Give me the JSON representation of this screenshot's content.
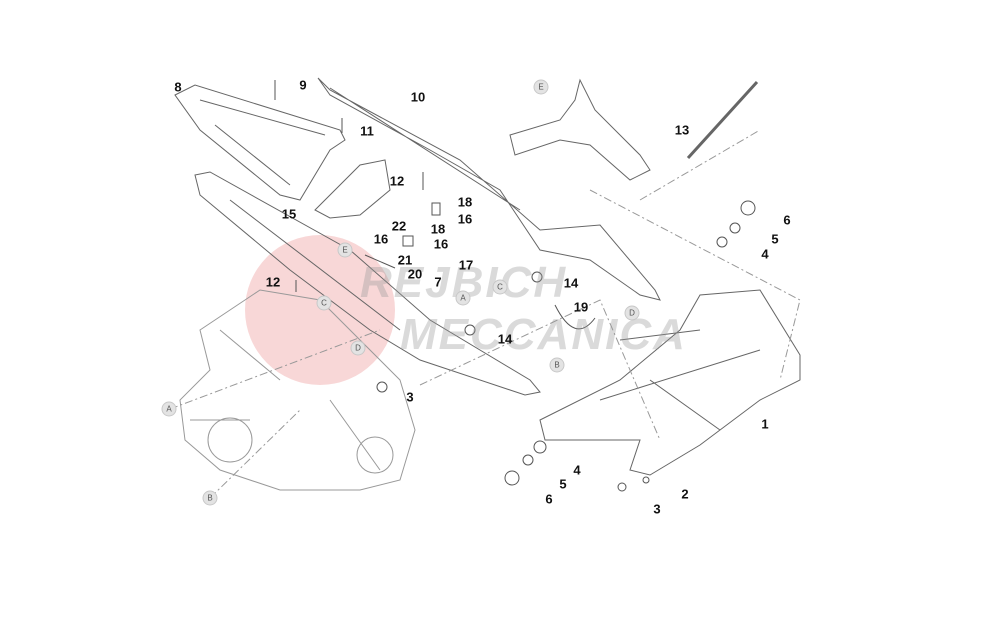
{
  "watermark": {
    "line1": "REJBICH",
    "line2": "MECCANICA",
    "logo_color": "#e87a7a"
  },
  "callouts": [
    "8",
    "9",
    "10",
    "11",
    "12",
    "18",
    "16",
    "15",
    "22",
    "18",
    "16",
    "16",
    "21",
    "17",
    "20",
    "12",
    "7",
    "14",
    "19",
    "14",
    "3",
    "13",
    "6",
    "5",
    "4",
    "1",
    "4",
    "5",
    "2",
    "6",
    "3"
  ],
  "refs": [
    "E",
    "E",
    "C",
    "D",
    "A",
    "B",
    "C",
    "D",
    "A",
    "B"
  ]
}
